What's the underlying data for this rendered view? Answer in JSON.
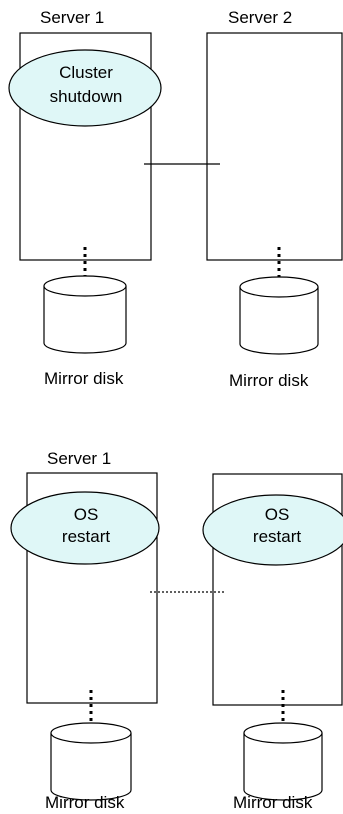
{
  "top_panel": {
    "server1_label": "Server 1",
    "server2_label": "Server 2",
    "ellipse_lines": [
      "Cluster",
      "shutdown"
    ],
    "disk1_label": "Mirror disk",
    "disk2_label": "Mirror disk",
    "link_style": "solid"
  },
  "bottom_panel": {
    "server1_label": "Server 1",
    "ellipse1_lines": [
      "OS",
      "restart"
    ],
    "ellipse2_lines": [
      "OS",
      "restart"
    ],
    "disk1_label": "Mirror disk",
    "disk2_label": "Mirror disk",
    "link_style": "dotted"
  },
  "colors": {
    "ellipse_fill": "#dff7f7",
    "outline": "#000000",
    "background": "#ffffff"
  }
}
